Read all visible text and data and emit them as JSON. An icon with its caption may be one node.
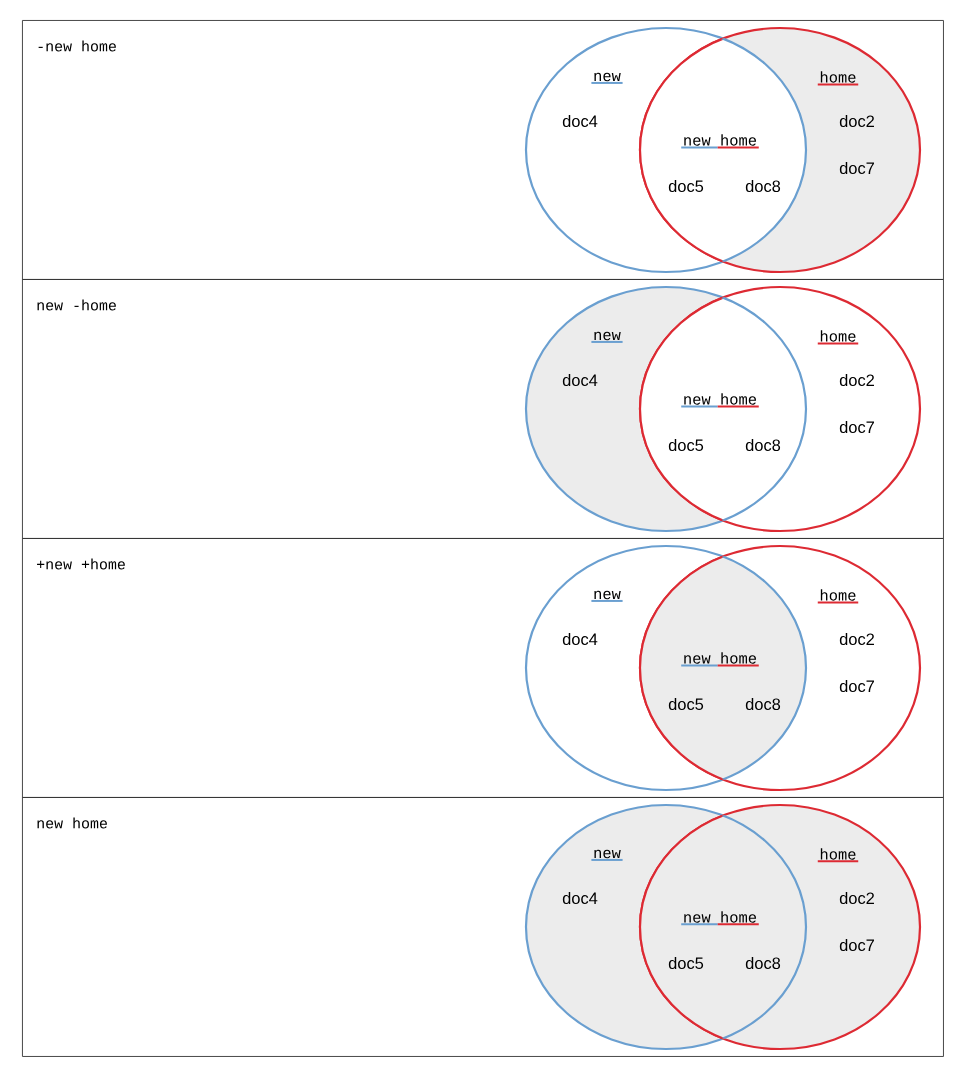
{
  "diagram": {
    "nodes": [
      {
        "text": [
          "-new home"
        ]
      },
      {
        "text": [
          "new",
          "doc4"
        ],
        "in": 0
      },
      {
        "text": [
          "home",
          "doc2",
          "doc7"
        ],
        "in": 0
      },
      {
        "text": [
          "new home",
          "doc5",
          "doc8"
        ],
        "in": 0
      },
      {
        "text": [
          "new -home"
        ]
      },
      {
        "text": [
          "new",
          "doc4"
        ],
        "in": 4
      },
      {
        "text": [
          "home",
          "doc2",
          "doc7"
        ],
        "in": 4
      },
      {
        "text": [
          "new home",
          "doc5",
          "doc8"
        ],
        "in": 4
      },
      {
        "text": [
          "+new +home"
        ]
      },
      {
        "text": [
          "new",
          "doc4"
        ],
        "in": 8
      },
      {
        "text": [
          "home",
          "doc2",
          "doc7"
        ],
        "in": 8
      },
      {
        "text": [
          "new home",
          "doc5",
          "doc8"
        ],
        "in": 8
      },
      {
        "text": [
          "new home"
        ]
      },
      {
        "text": [
          "new",
          "doc4"
        ],
        "in": 12
      },
      {
        "text": [
          "home",
          "doc2",
          "doc7"
        ],
        "in": 12
      },
      {
        "text": [
          "new home",
          "doc5",
          "doc8"
        ],
        "in": 12
      }
    ]
  }
}
